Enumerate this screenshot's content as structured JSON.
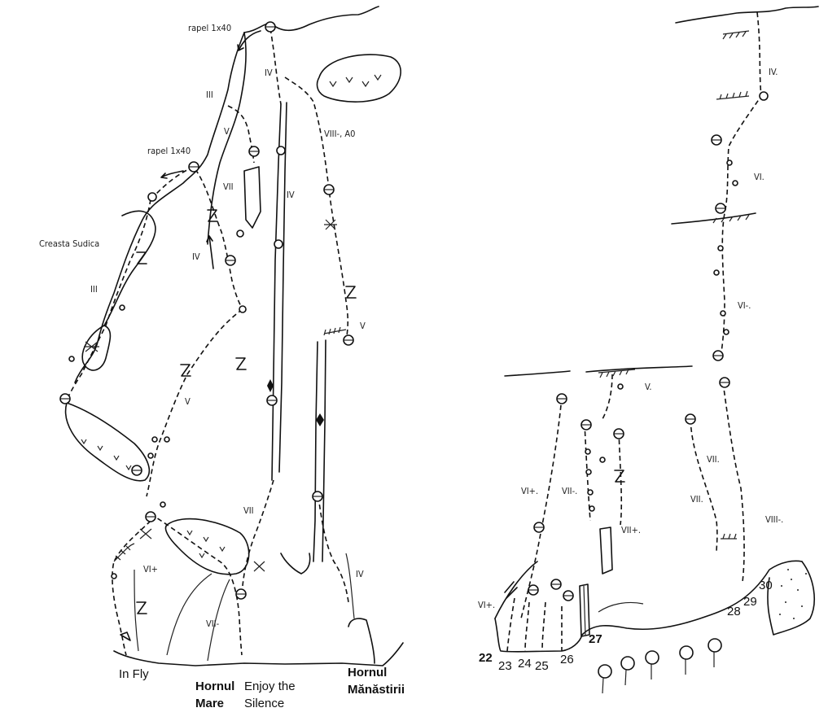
{
  "left_topo": {
    "rappel_top": "rapel 1x40",
    "rappel_mid": "rapel 1x40",
    "grades": {
      "g_iv_top": "IV",
      "g_iii_top": "III",
      "g_v_upper": "V",
      "g_viii_a0": "VIII-, A0",
      "g_vii": "VII",
      "g_iv_mid": "IV",
      "g_iv_left": "IV",
      "g_iii_left": "III",
      "g_v_right": "V",
      "g_v_left": "V",
      "g_vii_low": "VII",
      "g_vi_plus": "VI+",
      "g_iv_low": "IV",
      "g_vii_minus": "VII-"
    },
    "ridge_name": "Creasta Sudica",
    "routes": {
      "in_fly": "In Fly",
      "hornul_mare": "Hornul\nMare",
      "hornul_mare_l1": "Hornul",
      "hornul_mare_l2": "Mare",
      "enjoy_l1": "Enjoy the",
      "enjoy_l2": "Silence",
      "manastirii_l1": "Hornul",
      "manastirii_l2": "Mănăstirii"
    }
  },
  "right_topo": {
    "grades": {
      "r_iv": "IV.",
      "r_vi": "VI.",
      "r_vi_minus": "VI-.",
      "r_v": "V.",
      "r_vii_a": "VII.",
      "r_vii_b": "VII.",
      "r_viii_minus": "VIII-.",
      "r_vi_plus_a": "VI+.",
      "r_vii_minus": "VII-.",
      "r_vii_plus": "VII+.",
      "r_vi_plus_b": "VI+."
    },
    "route_numbers": {
      "n22": "22",
      "n23": "23",
      "n24": "24",
      "n25": "25",
      "n26": "26",
      "n27": "27",
      "n28": "28",
      "n29": "29",
      "n30": "30"
    }
  }
}
